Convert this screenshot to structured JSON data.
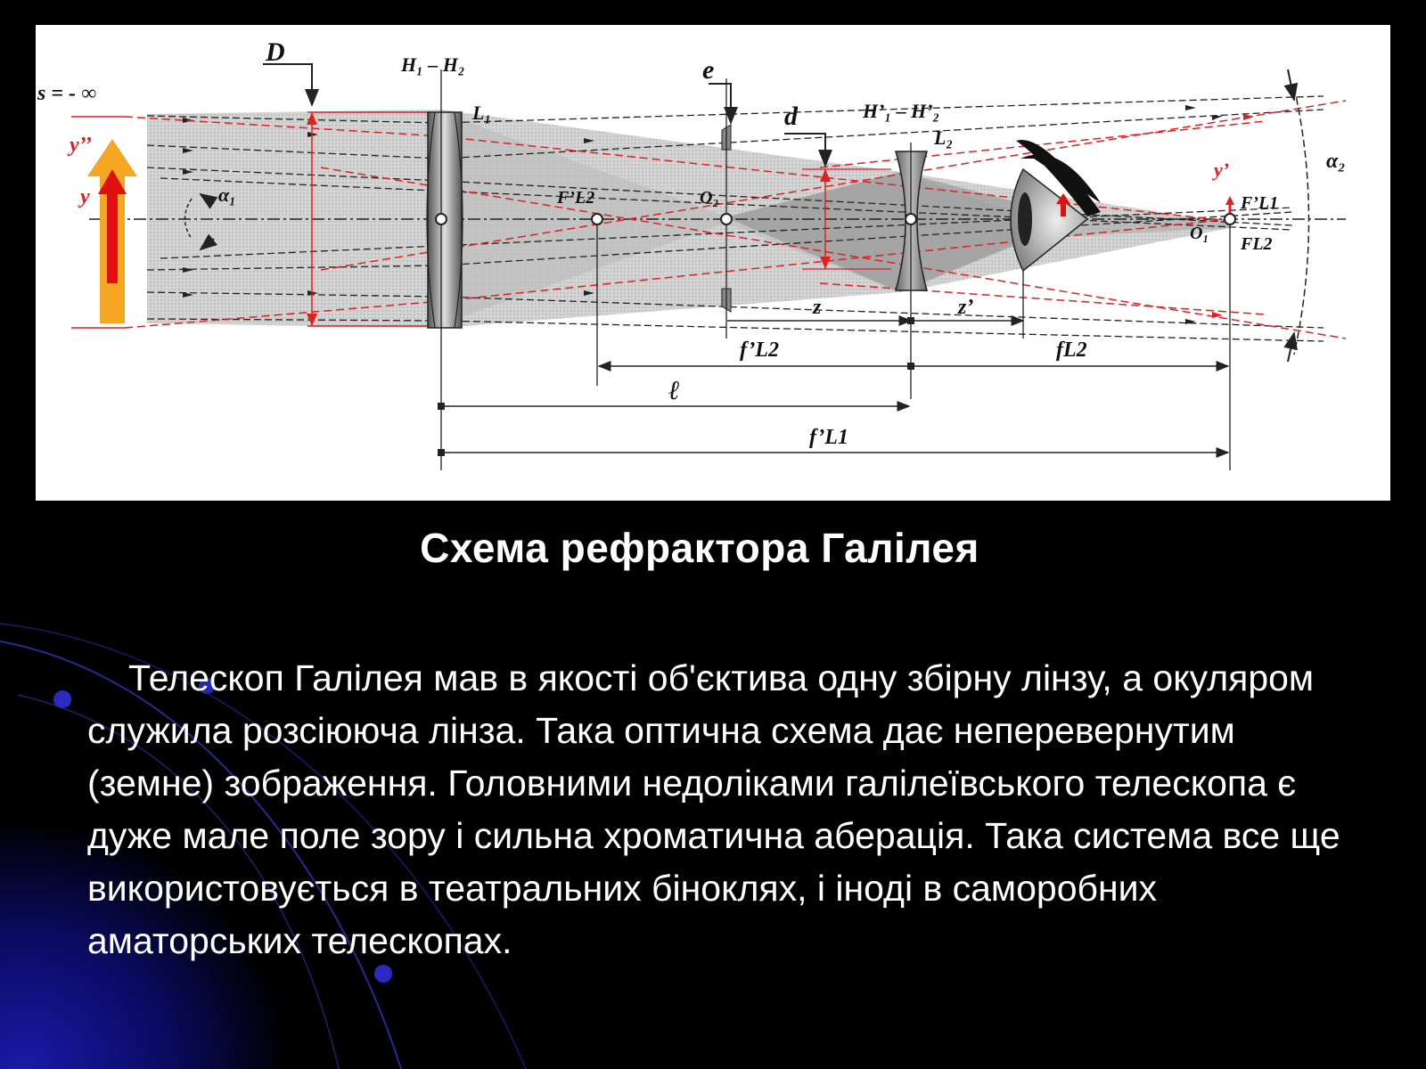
{
  "slide": {
    "title": "Схема рефрактора Галілея",
    "body": "Телескоп Галілея мав в якості об'єктива одну збірну лінзу, а окуляром служила розсіююча лінза. Така оптична схема дає неперевернутим (земне) зображення. Головними недоліками галілеївського телескопа є дуже мале поле зору і сильна хроматична аберація. Така система все ще використовується в театральних біноклях, і іноді в саморобних аматорських телескопах."
  },
  "diagram": {
    "labels": {
      "s_inf": "s = - ∞",
      "D": "D",
      "H1H2": "H₁ – H₂",
      "L1": "L₁",
      "e": "e",
      "d": "d",
      "H1pH2p": "H’₁ – H’₂",
      "L2": "L₂",
      "alpha2": "α₂",
      "y_dd": "y’’",
      "y": "y",
      "alpha1": "α₁",
      "F_L2p": "F’L2",
      "O2": "O₂",
      "y_p": "y’",
      "F_L1p": "F’L1",
      "O1": "O₁",
      "F_L2": "FL2",
      "z": "z",
      "z_p": "z’",
      "f_L2p": "f’L2",
      "f_L2": "fL2",
      "l": "ℓ",
      "f_L1p": "f’L1"
    },
    "colors": {
      "ray_black": "#222222",
      "ray_red": "#e02020",
      "beam_fill": "#c8c8c8",
      "object_arrow": "#f5a623",
      "object_arrow_inner": "#e01010"
    }
  }
}
